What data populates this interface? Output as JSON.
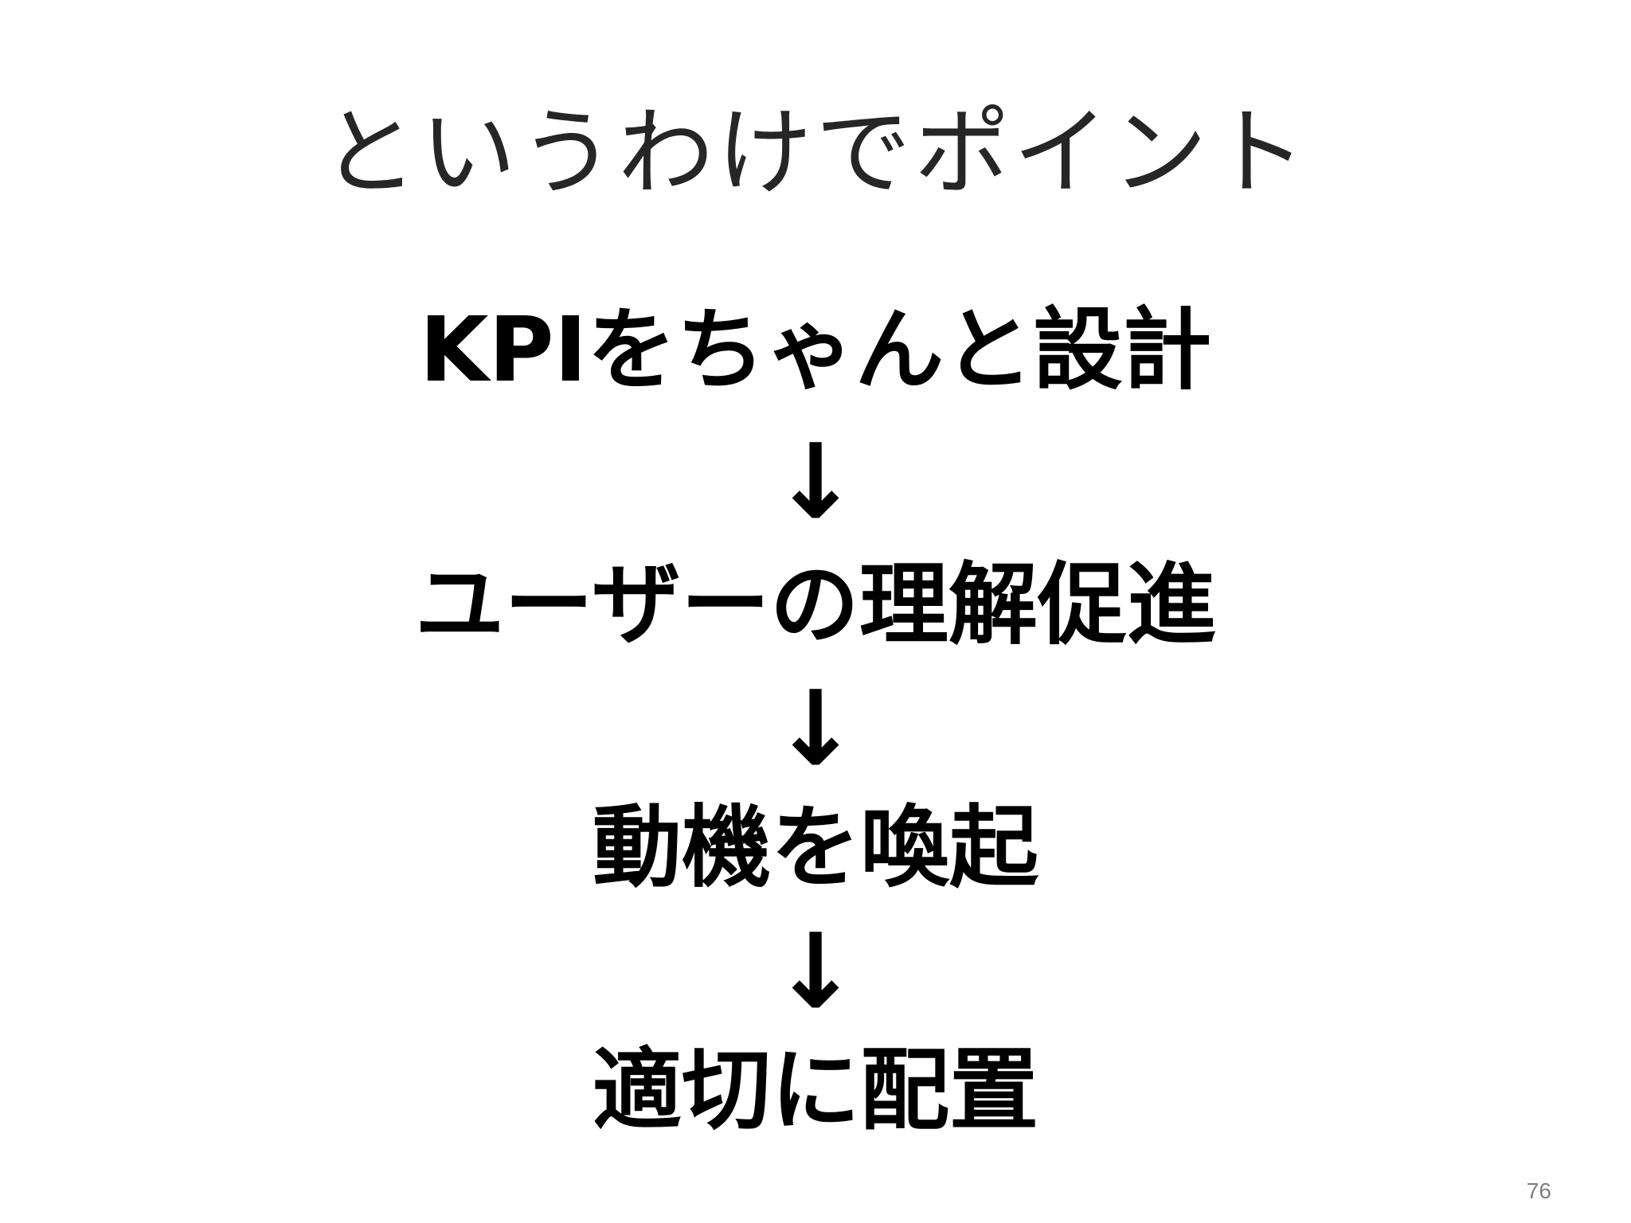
{
  "slide": {
    "title": "というわけでポイント",
    "steps": [
      "KPIをちゃんと設計",
      "ユーザーの理解促進",
      "動機を喚起",
      "適切に配置"
    ],
    "arrow_glyph": "↓",
    "page_number": "76"
  }
}
